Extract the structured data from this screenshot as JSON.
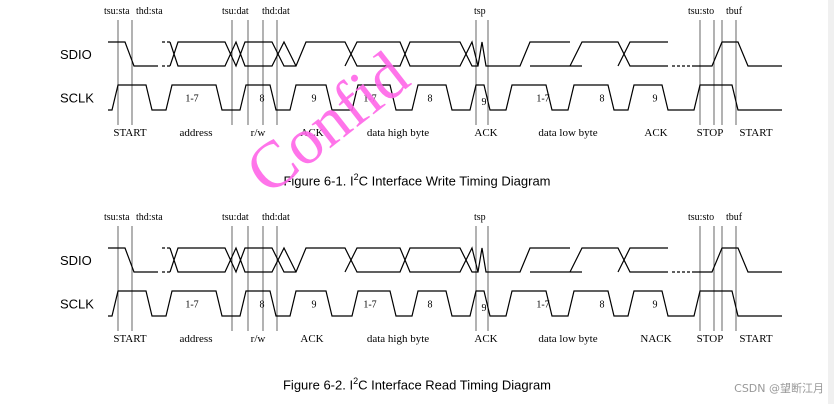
{
  "diagrams": [
    {
      "caption_pre": "Figure 6-1. I",
      "caption_sup": "2",
      "caption_post": "C Interface Write Timing Diagram",
      "signals": [
        "SDIO",
        "SCLK"
      ],
      "timing_labels": [
        "tsu:sta",
        "thd:sta",
        "tsu:dat",
        "thd:dat",
        "tsp",
        "tsu:sto",
        "tbuf"
      ],
      "bit_labels": [
        "1-7",
        "8",
        "9",
        "1-7",
        "8",
        "9",
        "1-7",
        "8",
        "9"
      ],
      "phase_labels": [
        "START",
        "address",
        "r/w",
        "ACK",
        "data high byte",
        "ACK",
        "data low byte",
        "ACK",
        "STOP",
        "START"
      ]
    },
    {
      "caption_pre": "Figure 6-2. I",
      "caption_sup": "2",
      "caption_post": "C Interface Read Timing Diagram",
      "signals": [
        "SDIO",
        "SCLK"
      ],
      "timing_labels": [
        "tsu:sta",
        "thd:sta",
        "tsu:dat",
        "thd:dat",
        "tsp",
        "tsu:sto",
        "tbuf"
      ],
      "bit_labels": [
        "1-7",
        "8",
        "9",
        "1-7",
        "8",
        "9",
        "1-7",
        "8",
        "9"
      ],
      "phase_labels": [
        "START",
        "address",
        "r/w",
        "ACK",
        "data high byte",
        "ACK",
        "data low byte",
        "NACK",
        "STOP",
        "START"
      ]
    }
  ],
  "watermark": "Confid",
  "credit": "CSDN @望断江月"
}
